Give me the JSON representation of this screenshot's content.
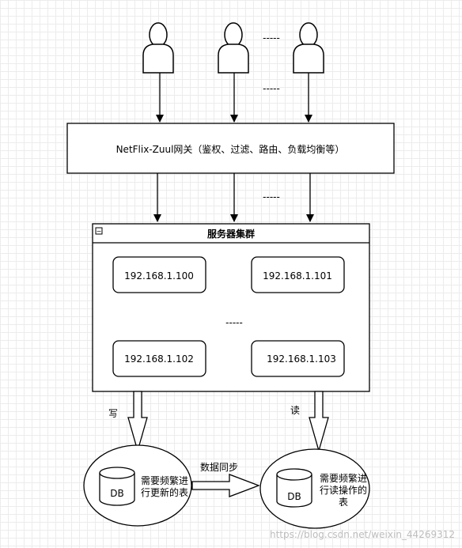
{
  "diagram": {
    "users": [
      {
        "name": "user"
      },
      {
        "name": "user"
      },
      {
        "name": "user"
      }
    ],
    "user_ellipsis": "-----",
    "arrow_ellipsis_top": "-----",
    "gateway": {
      "label": "NetFlix-Zuul网关（鉴权、过滤、路由、负载均衡等）"
    },
    "arrow_ellipsis_mid": "-----",
    "cluster": {
      "title": "服务器集群",
      "collapse_symbol": "−",
      "servers": [
        "192.168.1.100",
        "192.168.1.101",
        "192.168.1.102",
        "192.168.1.103"
      ],
      "ellipsis": "-----"
    },
    "write_label": "写",
    "read_label": "读",
    "db_write": {
      "cylinder_label": "DB",
      "line1": "需要频繁进",
      "line2": "行更新的表"
    },
    "sync_label": "数据同步",
    "db_read": {
      "cylinder_label": "DB",
      "line1": "需要频繁进",
      "line2": "行读操作的",
      "line3": "表"
    },
    "watermark": "https://blog.csdn.net/weixin_44269312"
  }
}
